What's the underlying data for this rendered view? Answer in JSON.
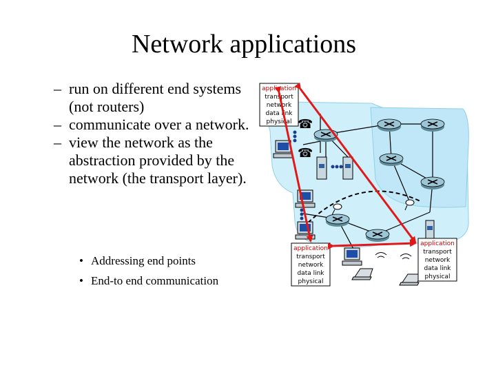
{
  "title": "Network applications",
  "bullets": [
    "run on different end systems (not routers)",
    "communicate over a network.",
    "view the network as the abstraction provided by the network (the transport layer)."
  ],
  "sub_bullets": [
    "Addressing end points",
    "End-to end communication"
  ],
  "stack_layers": [
    "application",
    "transport",
    "network",
    "data link",
    "physical"
  ],
  "colors": {
    "cloud": "#cfeffa",
    "cloud_stroke": "#8fcfe6",
    "arrow": "#e01818",
    "app_text": "#cc0000",
    "router": "#8fb8c8"
  }
}
